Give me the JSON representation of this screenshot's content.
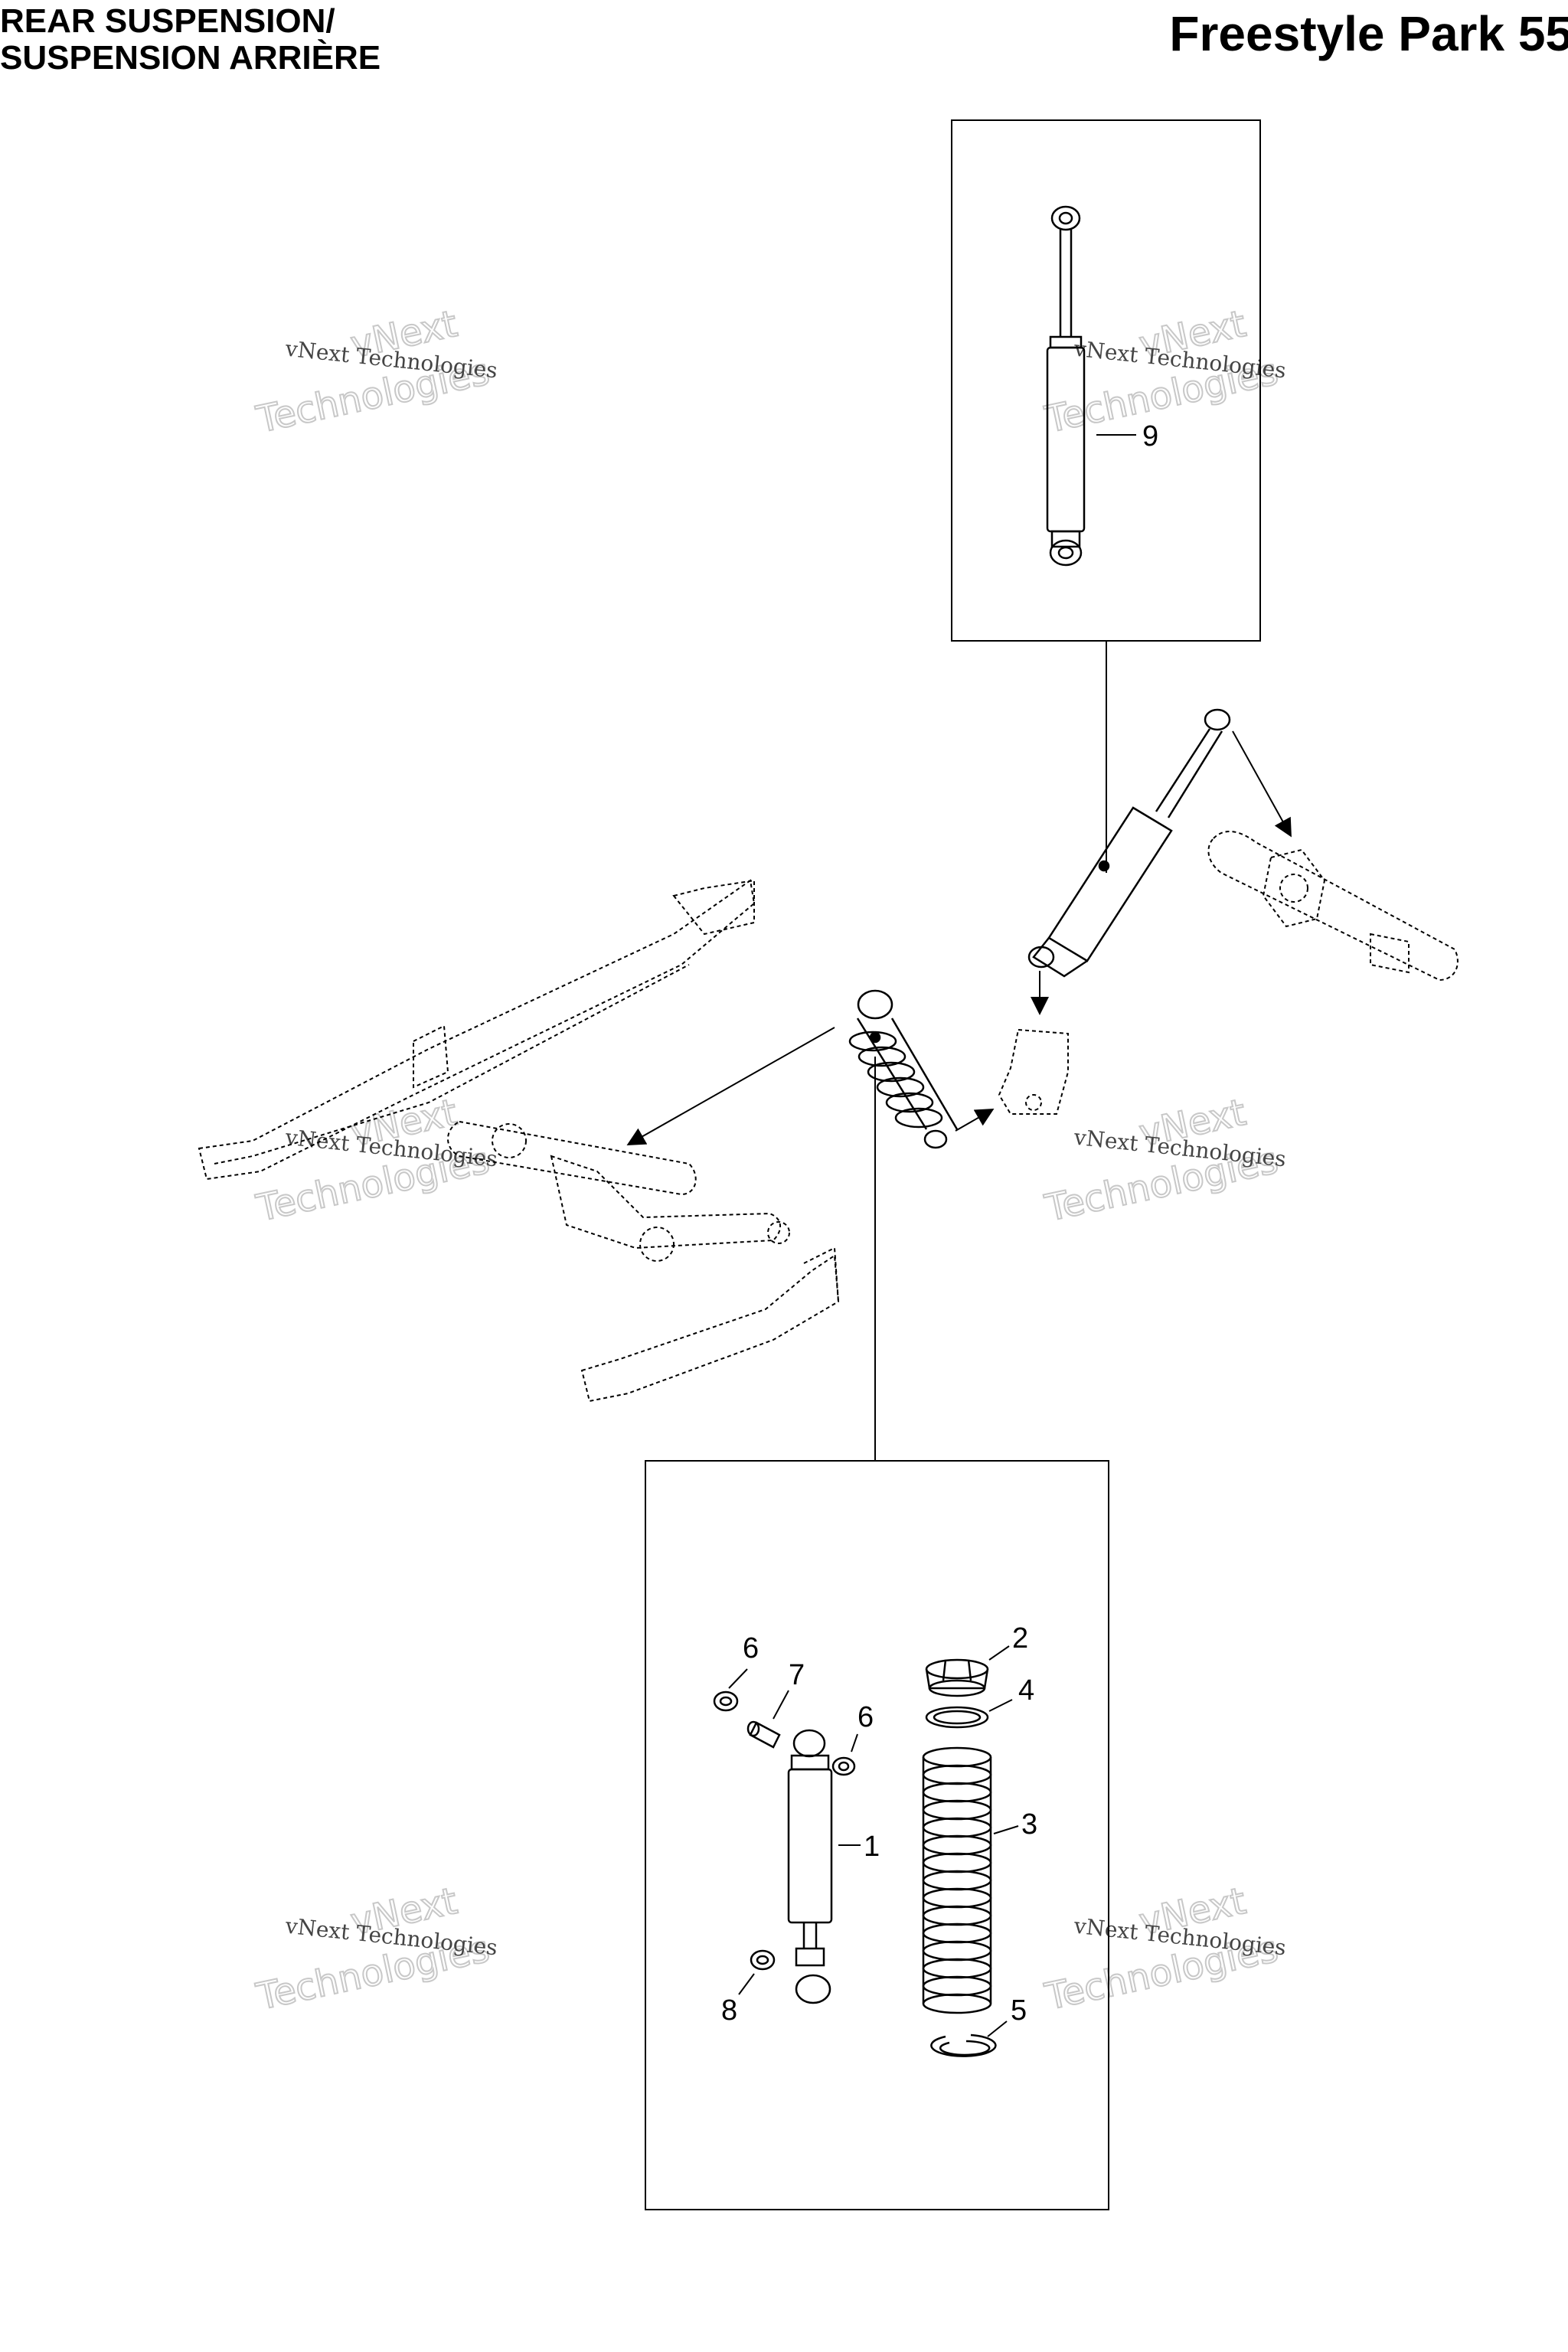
{
  "header": {
    "title_en": "REAR SUSPENSION/",
    "title_fr": "SUSPENSION ARRIÈRE",
    "model": "Freestyle Park 55"
  },
  "watermark": {
    "line1": "vNext",
    "line2": "Technologies",
    "line3": "vNext Technologies"
  },
  "callouts": [
    "1",
    "2",
    "3",
    "4",
    "5",
    "6",
    "6",
    "7",
    "8",
    "9"
  ]
}
